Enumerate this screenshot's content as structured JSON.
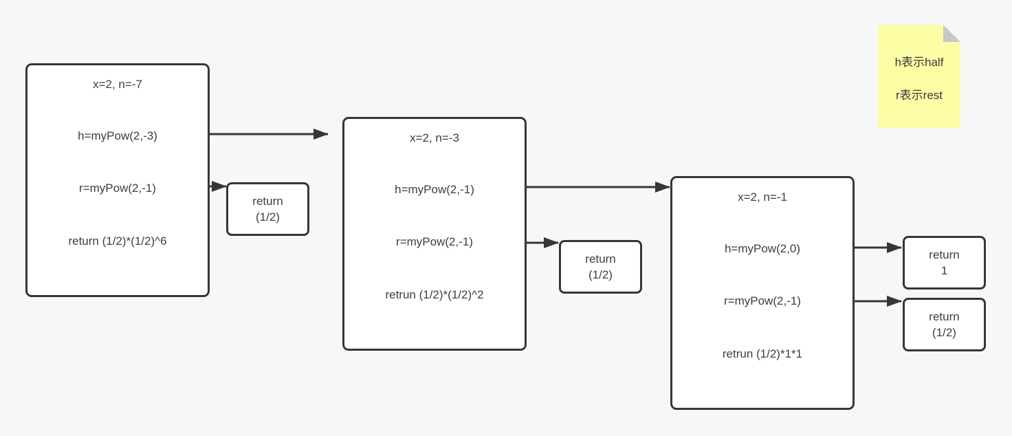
{
  "canvas": {
    "background_color": "#f7f7f7",
    "stroke_color": "#363636",
    "text_color": "#3d3d3d"
  },
  "frames": [
    {
      "title": "x=2, n=-7",
      "half_call": "h=myPow(2,-3)",
      "rest_call": "r=myPow(2,-1)",
      "return_line": "return (1/2)*(1/2)^6"
    },
    {
      "title": "x=2, n=-3",
      "half_call": "h=myPow(2,-1)",
      "rest_call": "r=myPow(2,-1)",
      "return_line": "retrun (1/2)*(1/2)^2"
    },
    {
      "title": "x=2, n=-1",
      "half_call": "h=myPow(2,0)",
      "rest_call": "r=myPow(2,-1)",
      "return_line": "retrun (1/2)*1*1"
    }
  ],
  "returns": [
    {
      "line1": "return",
      "line2": "(1/2)"
    },
    {
      "line1": "return",
      "line2": "(1/2)"
    },
    {
      "line1": "return",
      "line2": "1"
    },
    {
      "line1": "return",
      "line2": "(1/2)"
    }
  ],
  "note": {
    "background_color": "#fdfda6",
    "fold_color": "#c8c8c8",
    "lines": [
      "h表示half",
      "r表示rest"
    ]
  }
}
